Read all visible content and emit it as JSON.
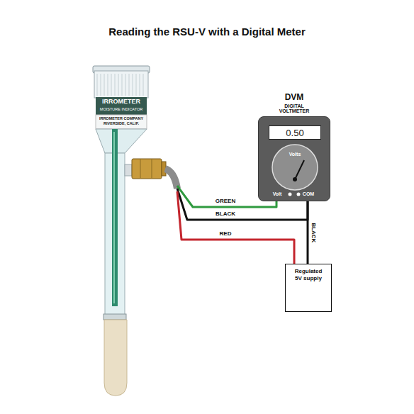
{
  "diagram": {
    "title": "Reading the RSU-V with a Digital Meter",
    "nodes": [
      {
        "text": [
          "IRROMETER",
          "MOISTURE INDICATOR",
          "IRROMETER COMPANY RIVERSIDE, CALIF."
        ]
      },
      {
        "text": [
          "DVM",
          "DIGITAL VOLTMETER",
          "Volt",
          "COM"
        ]
      },
      {
        "text": [
          "0.50"
        ],
        "in": 1
      },
      {
        "text": [
          "Volts"
        ],
        "in": 1
      },
      {
        "text": [
          "Regulated 5V supply"
        ]
      }
    ],
    "edges": [
      {
        "from": 0,
        "to": 1,
        "label": "GREEN",
        "arrow": "none"
      },
      {
        "from": 0,
        "to": 1,
        "label": "BLACK",
        "arrow": "none"
      },
      {
        "from": 0,
        "to": 4,
        "label": "RED",
        "arrow": "none"
      },
      {
        "from": 1,
        "to": 4,
        "label": "BLACK",
        "arrow": "none"
      }
    ]
  }
}
